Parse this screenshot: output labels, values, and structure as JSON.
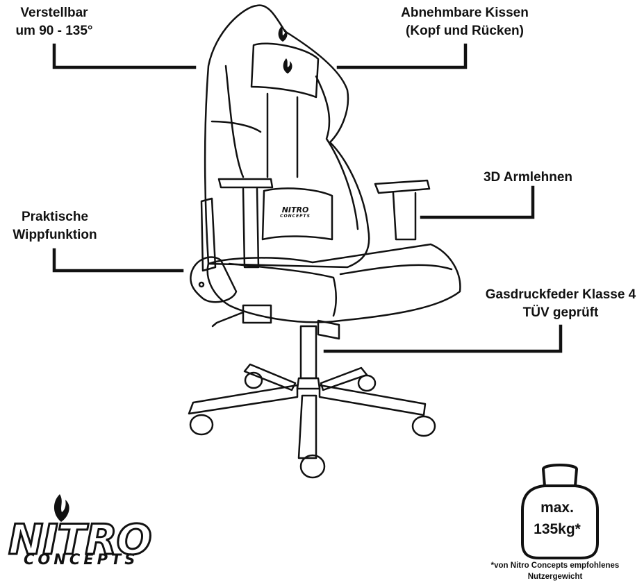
{
  "labels": {
    "recline": [
      "Verstellbar",
      "um 90 - 135°"
    ],
    "cushions": [
      "Abnehmbare Kissen",
      "(Kopf und Rücken)"
    ],
    "armrests": "3D Armlehnen",
    "rocking": [
      "Praktische",
      "Wippfunktion"
    ],
    "gas_spring": [
      "Gasdruckfeder Klasse 4",
      "TÜV geprüft"
    ]
  },
  "weight": {
    "line1": "max.",
    "line2": "135kg*"
  },
  "footnote": [
    "*von Nitro Concepts empfohlenes",
    "Nutzergewicht"
  ],
  "brand": {
    "name": "NITRO",
    "sub": "CONCEPTS"
  },
  "chair_brand": {
    "name": "NITRO",
    "sub": "CONCEPTS"
  },
  "colors": {
    "ink": "#111111",
    "background": "#ffffff"
  }
}
